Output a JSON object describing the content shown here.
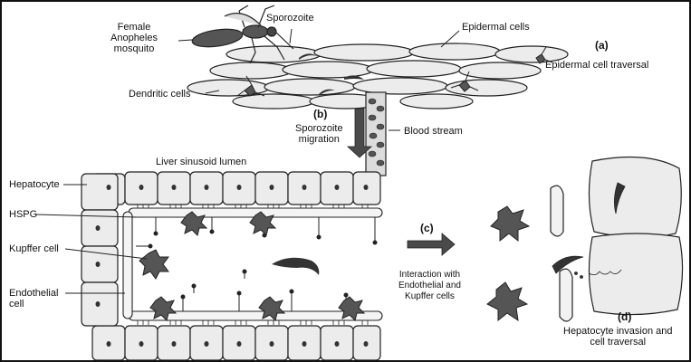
{
  "labels": {
    "mosquito_line1": "Female",
    "mosquito_line2": "Anopheles",
    "mosquito_line3": "mosquito",
    "sporozoite": "Sporozoite",
    "epidermal_cells": "Epidermal cells",
    "panel_a_letter": "(a)",
    "panel_a_title": "Epidermal cell traversal",
    "dendritic_cells": "Dendritic cells",
    "panel_b_letter": "(b)",
    "panel_b_line1": "Sporozoite",
    "panel_b_line2": "migration",
    "blood_stream": "Blood stream",
    "liver_sinusoid_lumen": "Liver sinusoid lumen",
    "hepatocyte": "Hepatocyte",
    "hspg": "HSPG",
    "kupffer_cell": "Kupffer cell",
    "endothelial_line1": "Endothelial",
    "endothelial_line2": "cell",
    "panel_c_letter": "(c)",
    "panel_c_line1": "Interaction with",
    "panel_c_line2": "Endothelial and",
    "panel_c_line3": "Kupffer cells",
    "panel_d_letter": "(d)",
    "panel_d_line1": "Hepatocyte invasion and",
    "panel_d_line2": "cell traversal"
  },
  "colors": {
    "outline": "#222222",
    "cell_fill": "#e9e9e9",
    "cell_fill_light": "#f2f2f2",
    "dark_fill": "#555555",
    "arrow_fill": "#4a4a4a",
    "blood_fill": "#d8d8d8",
    "nucleus": "#333333"
  }
}
